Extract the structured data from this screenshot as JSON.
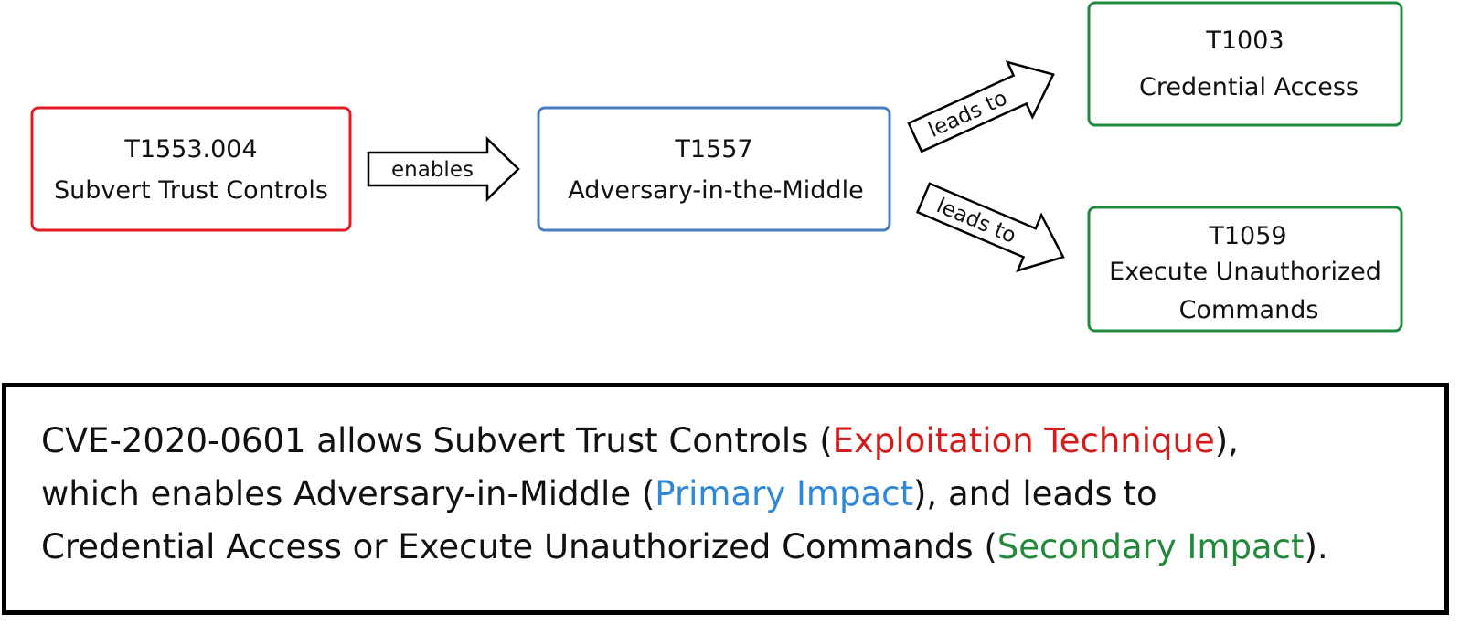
{
  "colors": {
    "exploitation": "#e31b23",
    "primary": "#4a7cc4",
    "secondary": "#1e8a3e",
    "exploitation_text": "#d41c1c",
    "primary_text": "#2f87d8",
    "secondary_text": "#23893a"
  },
  "nodes": {
    "subvert": {
      "id": "T1553.004",
      "label": "Subvert Trust Controls"
    },
    "aitm": {
      "id": "T1557",
      "label": "Adversary-in-the-Middle"
    },
    "credential": {
      "id": "T1003",
      "label": "Credential Access"
    },
    "execute": {
      "id": "T1059",
      "label_line1": "Execute Unauthorized",
      "label_line2": "Commands"
    }
  },
  "edges": {
    "enables": "enables",
    "leads_to_upper": "leads to",
    "leads_to_lower": "leads to"
  },
  "summary": {
    "l1_a": "CVE-2020-0601 allows Subvert Trust Controls (",
    "l1_b": "Exploitation Technique",
    "l1_c": "),",
    "l2_a": "which enables Adversary-in-Middle (",
    "l2_b": "Primary Impact",
    "l2_c": "), and leads to",
    "l3_a": "Credential Access or Execute Unauthorized Commands (",
    "l3_b": "Secondary Impact",
    "l3_c": ")."
  }
}
